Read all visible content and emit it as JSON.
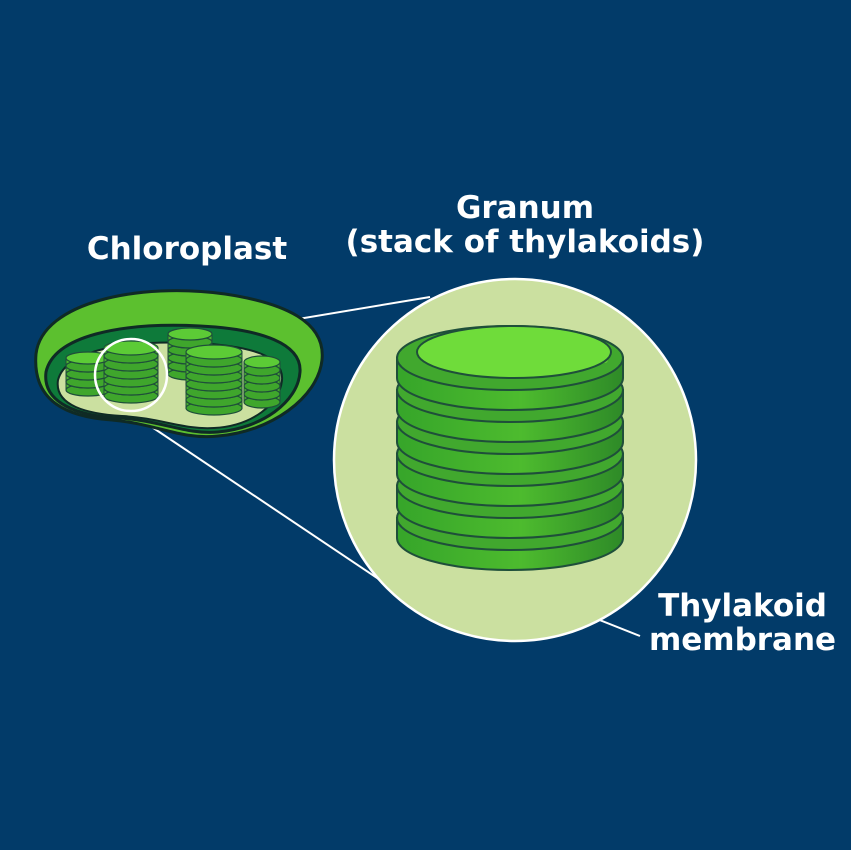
{
  "labels": {
    "chloroplast": "Chloroplast",
    "granum_line1": "Granum",
    "granum_line2": "(stack of thylakoids)",
    "thylakoid_line1": "Thylakoid",
    "thylakoid_line2": "membrane"
  },
  "colors": {
    "background": "#023b69",
    "outer_membrane": "#5cc02f",
    "inner_membrane": "#0e7a3a",
    "stroma": "#cbe0a0",
    "thylakoid": "#41a82e",
    "thylakoid_highlight": "#6fdc3a",
    "outline": "#1f4f3a",
    "callout": "#ffffff"
  }
}
